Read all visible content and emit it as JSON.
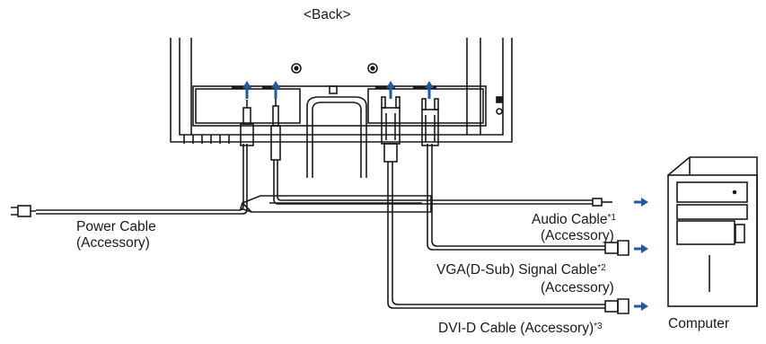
{
  "header": {
    "view_label": "<Back>"
  },
  "labels": {
    "power_cable": "Power Cable",
    "power_accessory": "(Accessory)",
    "audio_cable": "Audio Cable",
    "audio_note": "*1",
    "audio_accessory": "(Accessory)",
    "vga_cable": "VGA(D-Sub) Signal Cable",
    "vga_note": "*2",
    "vga_accessory": "(Accessory)",
    "dvi_cable": "DVI-D Cable (Accessory)",
    "dvi_note": "*3",
    "computer": "Computer"
  },
  "colors": {
    "line": "#1a1a1a",
    "arrow": "#1f5aa6",
    "fill": "#ffffff"
  }
}
